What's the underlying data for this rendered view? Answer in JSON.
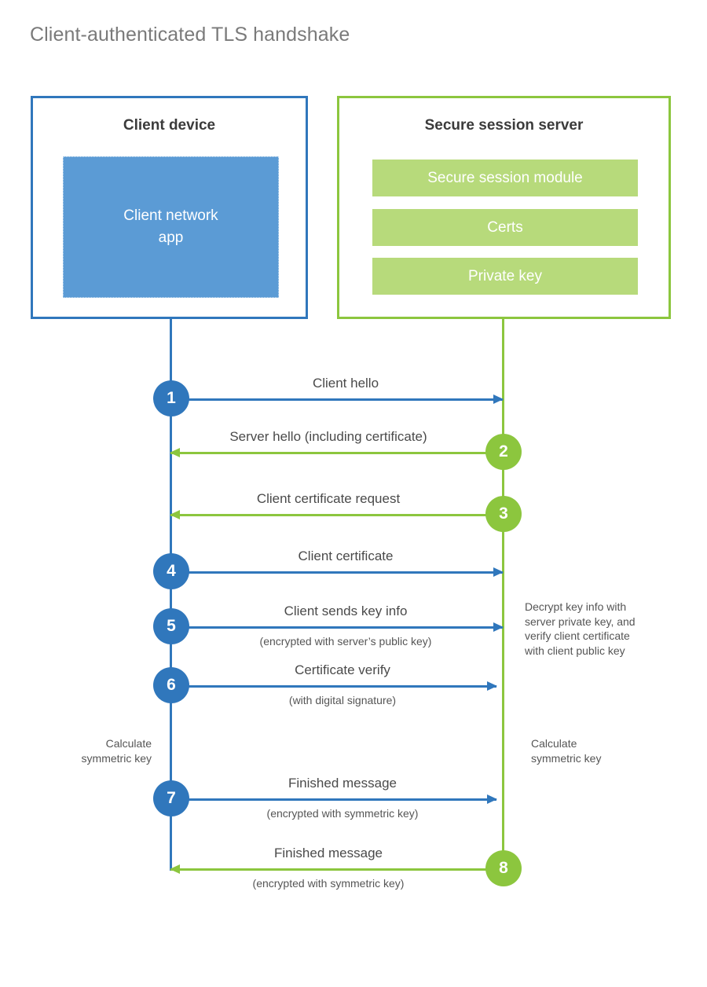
{
  "title": "Client-authenticated TLS handshake",
  "colors": {
    "client_blue": "#3077BC",
    "client_app_fill": "#5B9BD5",
    "server_green": "#8CC63E",
    "server_bar_fill": "#B7DA7B",
    "title_gray": "#7a7a7a",
    "text_gray": "#4a4a4a",
    "background": "#ffffff"
  },
  "entities": {
    "client": {
      "title": "Client device",
      "app_label": "Client network\napp"
    },
    "server": {
      "title": "Secure session server",
      "components": [
        {
          "label": "Secure session module"
        },
        {
          "label": "Certs"
        },
        {
          "label": "Private key"
        }
      ]
    }
  },
  "steps": [
    {
      "number": "1",
      "label": "Client hello",
      "sub": "",
      "direction": "client-to-server",
      "color": "blue"
    },
    {
      "number": "2",
      "label": "Server hello (including certificate)",
      "sub": "",
      "direction": "server-to-client",
      "color": "green"
    },
    {
      "number": "3",
      "label": "Client certificate request",
      "sub": "",
      "direction": "server-to-client",
      "color": "green"
    },
    {
      "number": "4",
      "label": "Client certificate",
      "sub": "",
      "direction": "client-to-server",
      "color": "blue"
    },
    {
      "number": "5",
      "label": "Client sends key info",
      "sub": "(encrypted with server’s public key)",
      "direction": "client-to-server",
      "color": "blue"
    },
    {
      "number": "6",
      "label": "Certificate verify",
      "sub": "(with digital signature)",
      "direction": "client-to-server",
      "color": "blue"
    },
    {
      "number": "7",
      "label": "Finished message",
      "sub": "(encrypted with symmetric key)",
      "direction": "client-to-server",
      "color": "blue"
    },
    {
      "number": "8",
      "label": "Finished message",
      "sub": "(encrypted with symmetric key)",
      "direction": "server-to-client",
      "color": "green"
    }
  ],
  "annotations": {
    "server_decrypt": "Decrypt key info with\nserver private key, and\nverify client certificate\nwith client public key",
    "client_calculate": "Calculate\nsymmetric key",
    "server_calculate": "Calculate\nsymmetric key"
  }
}
